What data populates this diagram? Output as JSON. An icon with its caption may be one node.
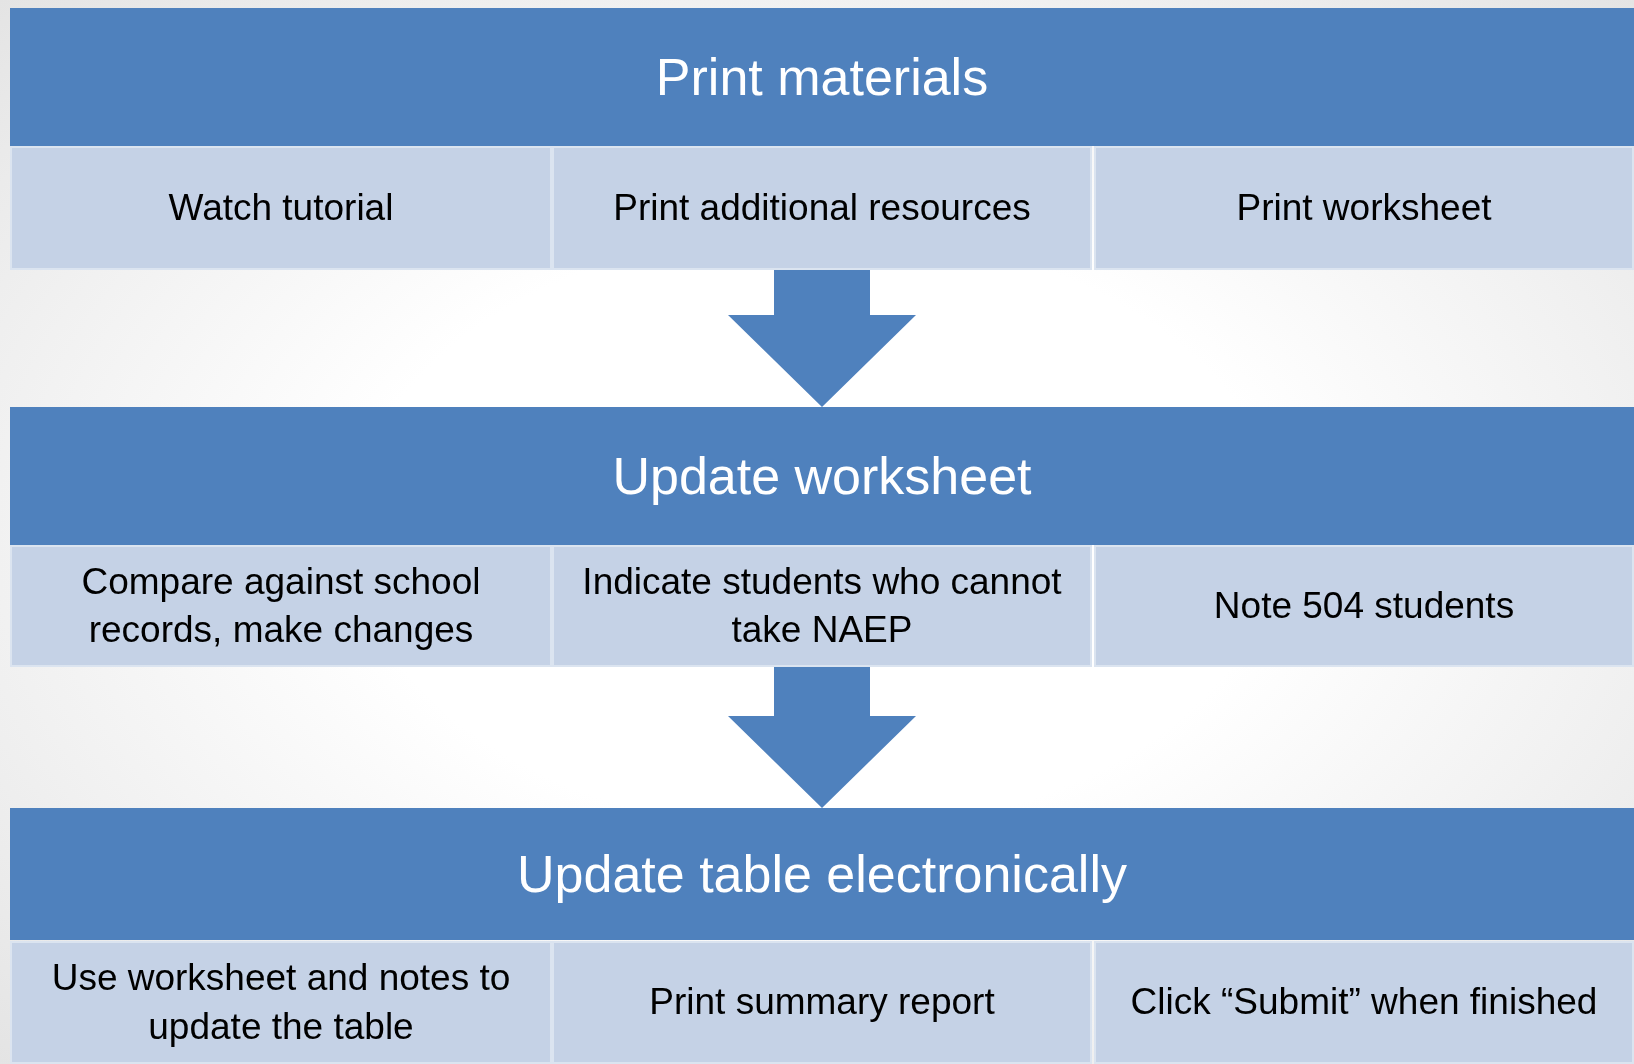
{
  "diagram": {
    "nodes": [
      {
        "text": [
          "Print materials"
        ]
      },
      {
        "text": [
          "Watch tutorial"
        ]
      },
      {
        "text": [
          "Print additional resources"
        ]
      },
      {
        "text": [
          "Print worksheet"
        ]
      },
      {
        "text": [
          "Update worksheet"
        ]
      },
      {
        "text": [
          "Compare against school records, make changes"
        ]
      },
      {
        "text": [
          "Indicate students who cannot take NAEP"
        ]
      },
      {
        "text": [
          "Note 504 students"
        ]
      },
      {
        "text": [
          "Update table electronically"
        ]
      },
      {
        "text": [
          "Use worksheet and notes to update the table"
        ]
      },
      {
        "text": [
          "Print summary report"
        ]
      },
      {
        "text": [
          "Click “Submit” when finished"
        ]
      }
    ],
    "edges": [
      {
        "from": 2,
        "to": 4,
        "arrow": "to"
      },
      {
        "from": 6,
        "to": 8,
        "arrow": "to"
      }
    ]
  }
}
